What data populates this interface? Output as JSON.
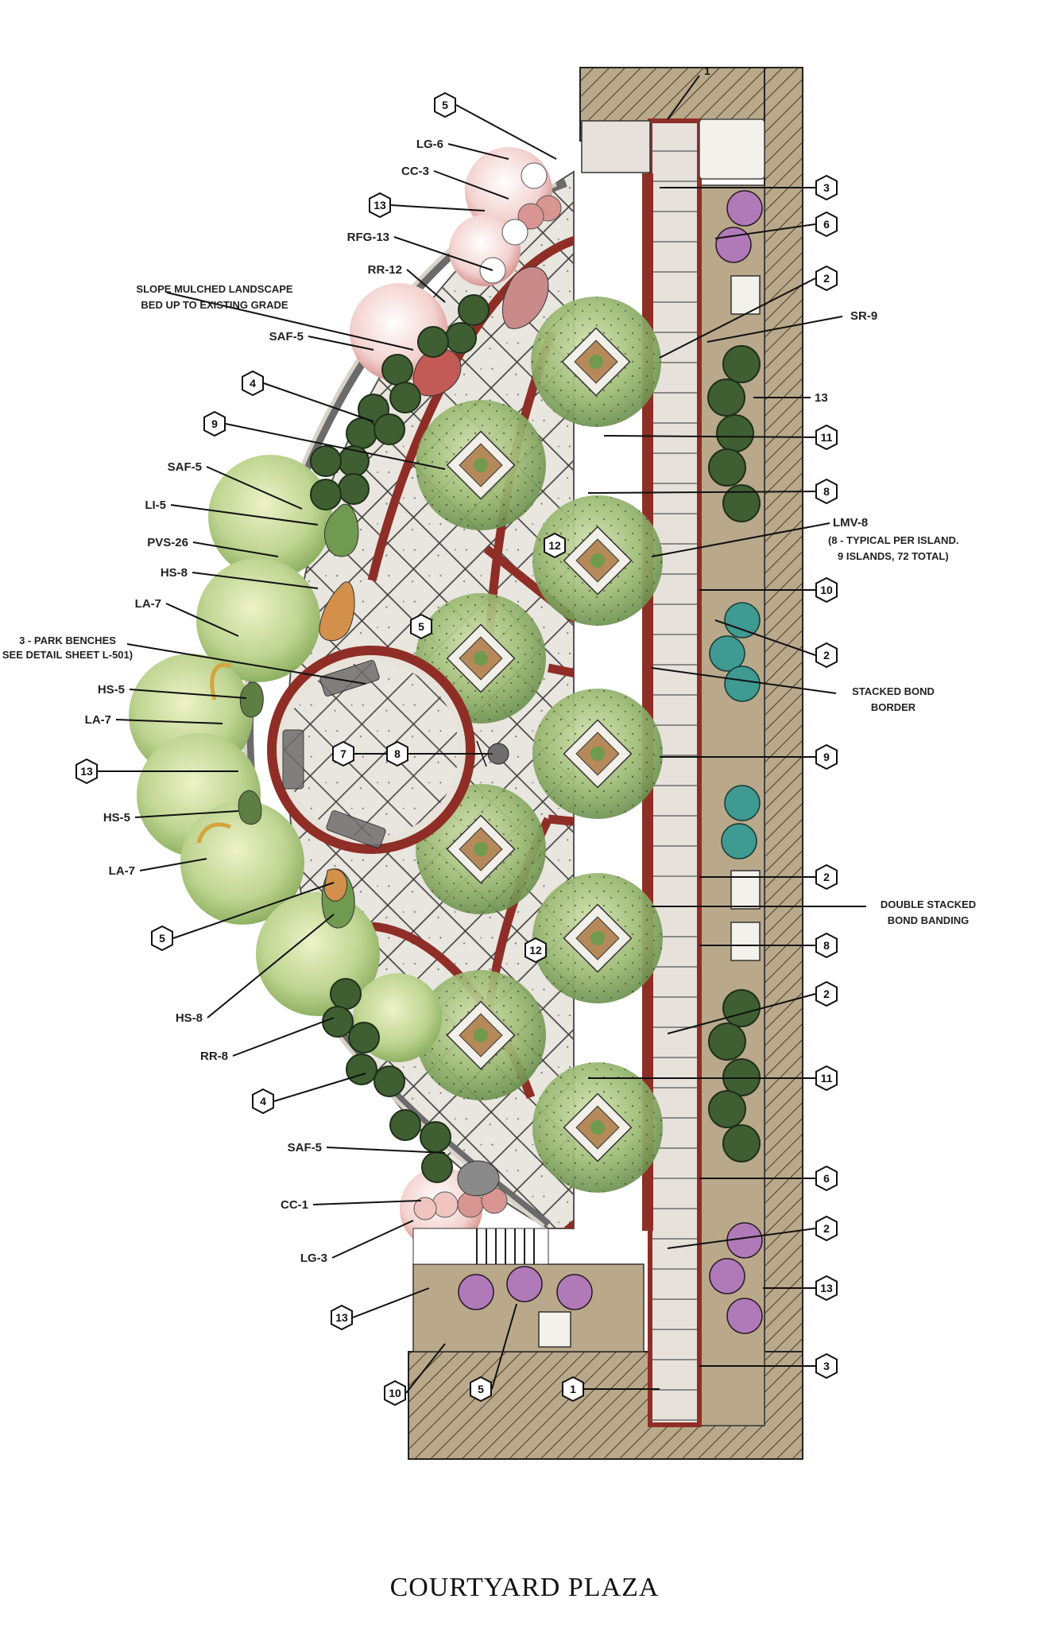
{
  "title": "COURTYARD PLAZA",
  "colors": {
    "brick": "#8e2e26",
    "earth": "#b9a98a",
    "wall_hatch": "#a48f6f",
    "paver": "#e8e3dc",
    "tree_green": "#9fbb78",
    "shrub_dark": "#3f5f33",
    "purple_shrub": "#b07ab8",
    "teal_shrub": "#3f9a92",
    "pink_plant": "#e8b5b0",
    "orange_plant": "#d2904a"
  },
  "labels": {
    "slope_note_1": "SLOPE MULCHED LANDSCAPE",
    "slope_note_2": "BED UP TO EXISTING GRADE",
    "park_benches_1": "3 - PARK BENCHES",
    "park_benches_2": "SEE DETAIL SHEET L-501)",
    "lmv": "LMV-8",
    "lmv_note_1": "(8 - TYPICAL PER ISLAND.",
    "lmv_note_2": "9 ISLANDS, 72 TOTAL)",
    "stacked_1": "STACKED BOND",
    "stacked_2": "BORDER",
    "double_1": "DOUBLE STACKED",
    "double_2": "BOND BANDING",
    "sr9": "SR-9",
    "plain_13": "13"
  },
  "left_plant_labels": [
    {
      "id": "lg6",
      "text": "LG-6"
    },
    {
      "id": "cc3",
      "text": "CC-3"
    },
    {
      "id": "rfg13",
      "text": "RFG-13"
    },
    {
      "id": "rr12",
      "text": "RR-12"
    },
    {
      "id": "saf5a",
      "text": "SAF-5"
    },
    {
      "id": "saf5b",
      "text": "SAF-5"
    },
    {
      "id": "li5",
      "text": "LI-5"
    },
    {
      "id": "pvs26",
      "text": "PVS-26"
    },
    {
      "id": "hs8a",
      "text": "HS-8"
    },
    {
      "id": "la7a",
      "text": "LA-7"
    },
    {
      "id": "hs5a",
      "text": "HS-5"
    },
    {
      "id": "la7b",
      "text": "LA-7"
    },
    {
      "id": "hs5b",
      "text": "HS-5"
    },
    {
      "id": "la7c",
      "text": "LA-7"
    },
    {
      "id": "hs8b",
      "text": "HS-8"
    },
    {
      "id": "rr8",
      "text": "RR-8"
    },
    {
      "id": "saf5c",
      "text": "SAF-5"
    },
    {
      "id": "cc1",
      "text": "CC-1"
    },
    {
      "id": "lg3",
      "text": "LG-3"
    }
  ],
  "keynotes_left": [
    "5",
    "13",
    "4",
    "9",
    "13",
    "5",
    "4",
    "13",
    "10",
    "5",
    "1"
  ],
  "keynotes_right": [
    "3",
    "6",
    "2",
    "11",
    "8",
    "10",
    "2",
    "9",
    "2",
    "8",
    "2",
    "11",
    "6",
    "2",
    "13",
    "3"
  ],
  "keynotes_plan": [
    "12",
    "5",
    "7",
    "8",
    "12"
  ],
  "top_mark": "1"
}
